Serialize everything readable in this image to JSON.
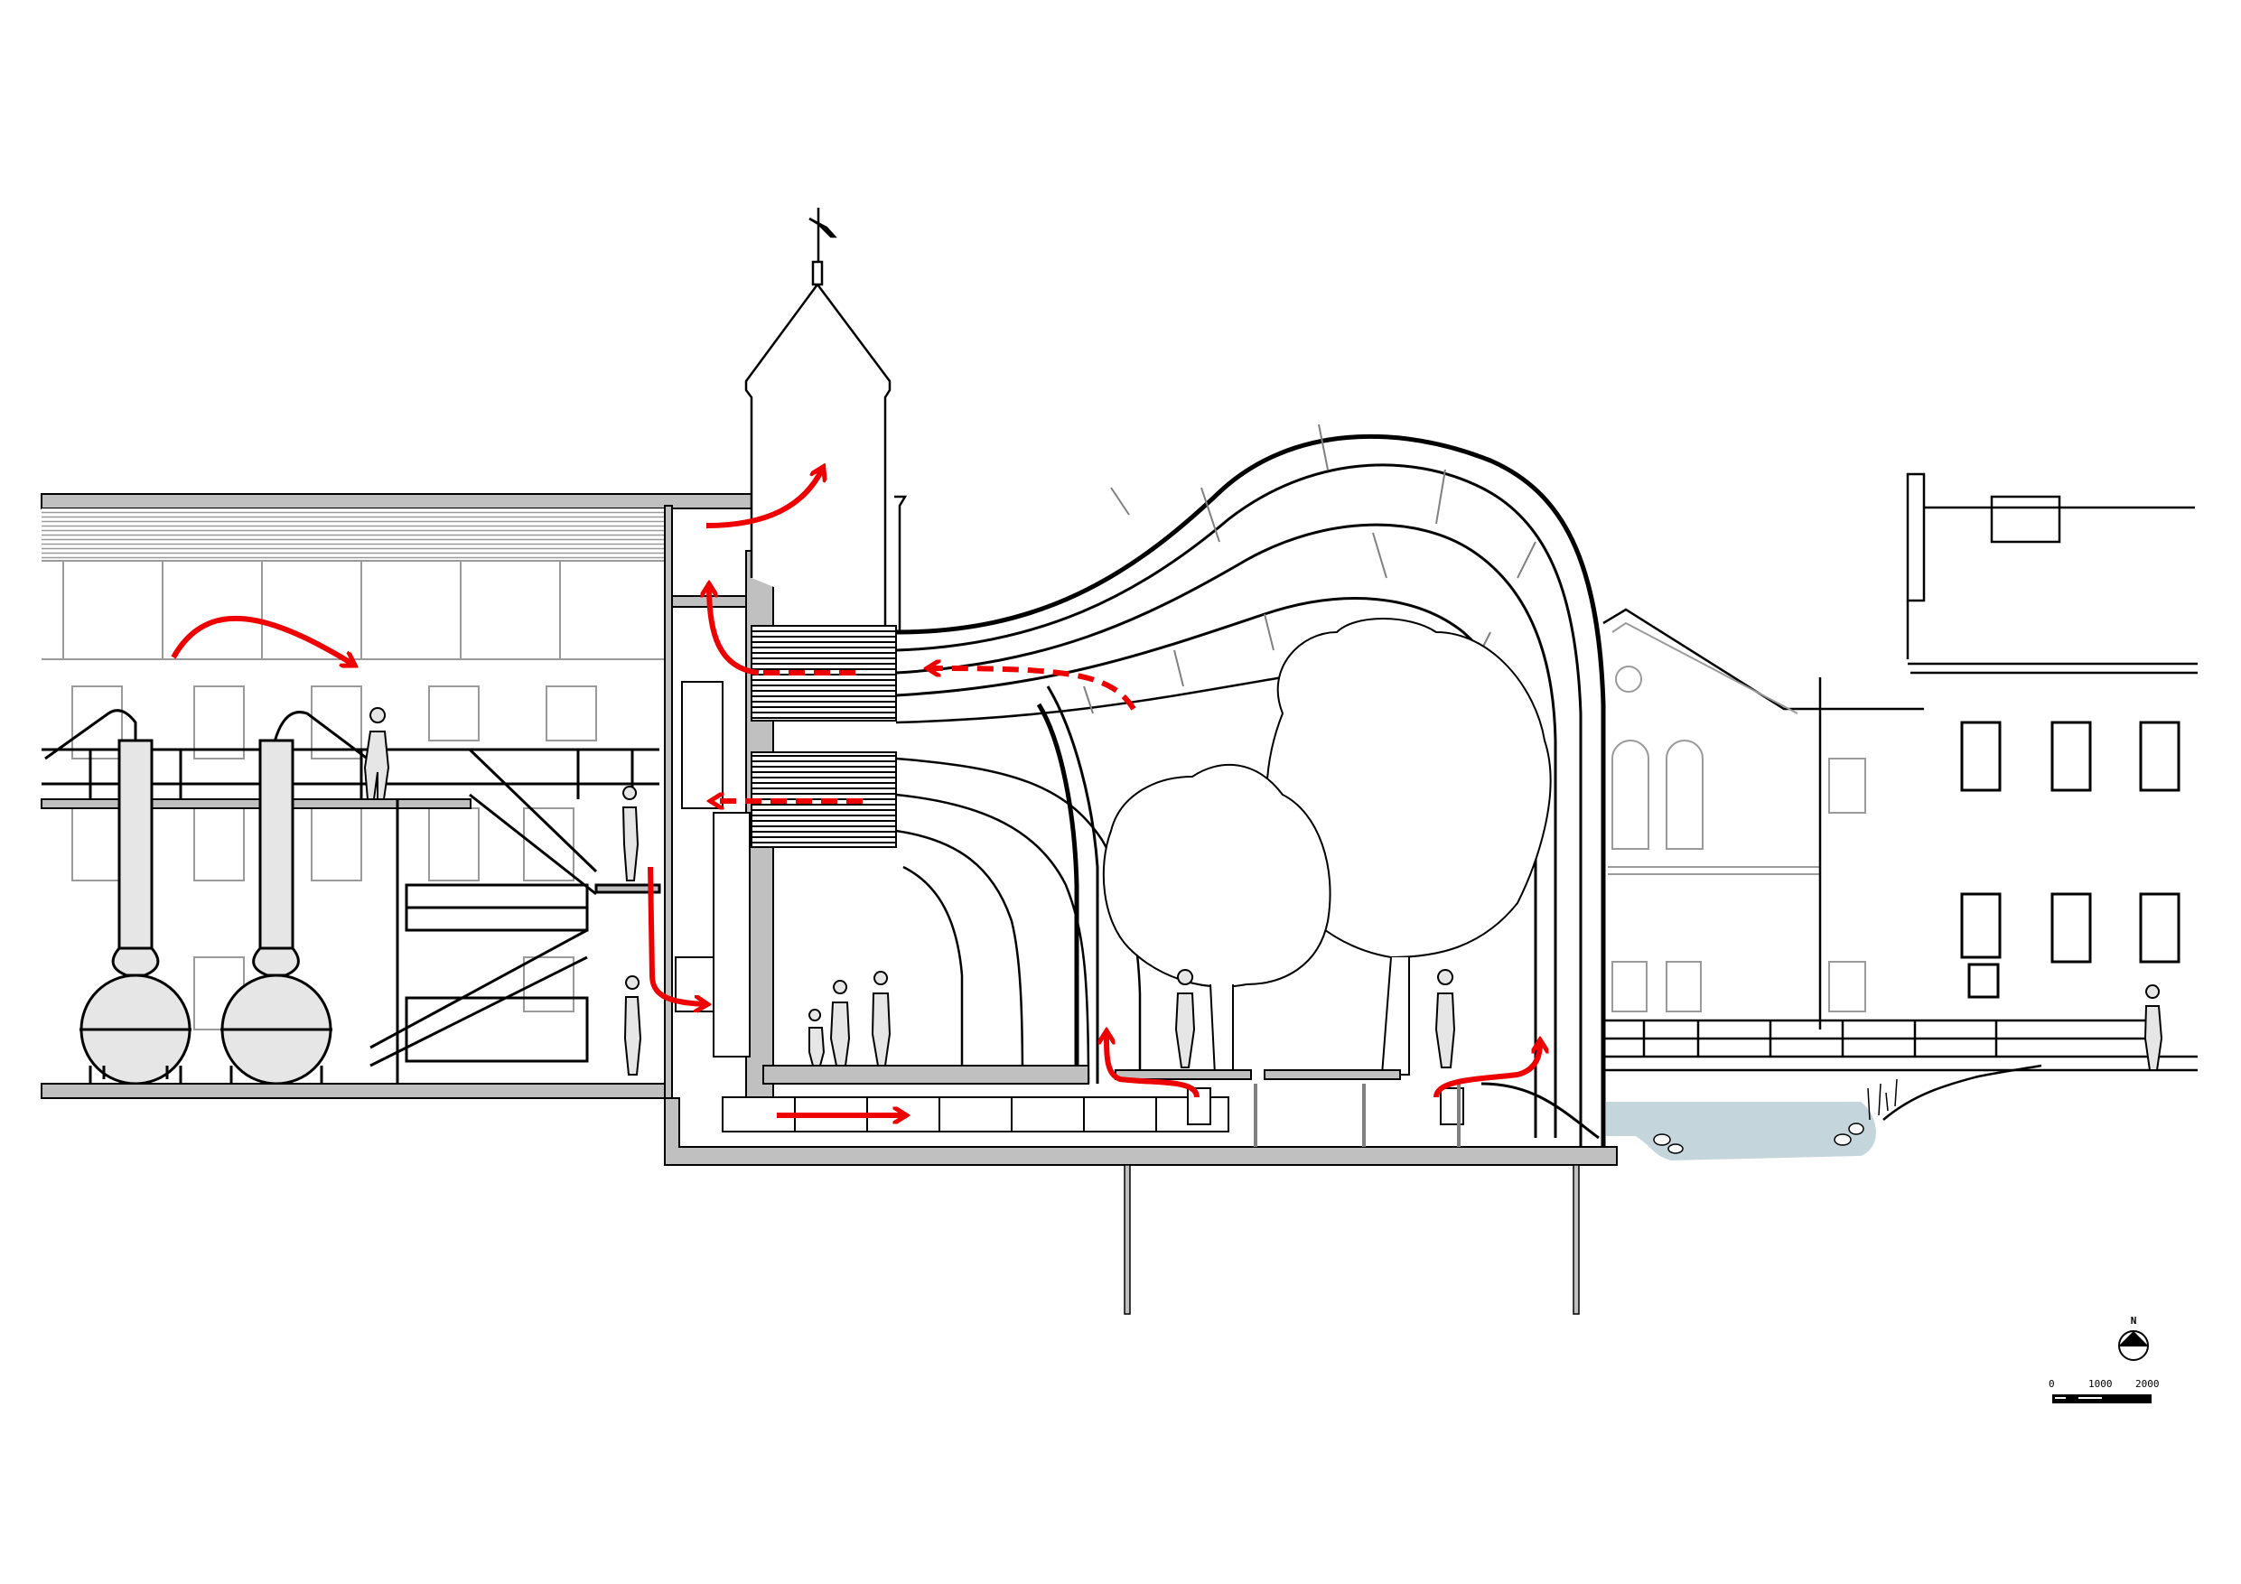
{
  "drawing": {
    "type": "architectural-section",
    "subject": "Section through distillery building, tower, glasshouse and river",
    "colors": {
      "line": "#000000",
      "section_fill": "#c0c0c0",
      "elevation_line": "#9a9a9a",
      "figure_fill": "#e6e6e6",
      "airflow_arrow": "#ee0000",
      "water": "#c4d6dc",
      "background": "#ffffff"
    },
    "zones": [
      {
        "name": "still-house",
        "contents": [
          "two copper pot stills",
          "mezzanine walkway",
          "stairs",
          "people"
        ]
      },
      {
        "name": "tower",
        "contents": [
          "spire",
          "weather vane"
        ]
      },
      {
        "name": "glasshouse",
        "contents": [
          "ribbed curved glazing",
          "trees",
          "planting beds",
          "people"
        ]
      },
      {
        "name": "neighbouring-buildings",
        "contents": [
          "gabled building with oculus",
          "three-storey building",
          "railing"
        ]
      },
      {
        "name": "river",
        "contents": [
          "water",
          "stones",
          "reeds",
          "person"
        ]
      }
    ],
    "airflow_arrows": [
      {
        "id": "a1",
        "style": "solid",
        "direction": "curve-right-down",
        "location": "still-house upper"
      },
      {
        "id": "a2",
        "style": "solid",
        "direction": "curve-up-right",
        "location": "roof to tower"
      },
      {
        "id": "a3",
        "style": "solid",
        "direction": "curve-up",
        "location": "service core"
      },
      {
        "id": "a4",
        "style": "dashed",
        "direction": "left",
        "location": "upper duct bank"
      },
      {
        "id": "a5",
        "style": "solid",
        "direction": "curve-left",
        "location": "glasshouse to duct"
      },
      {
        "id": "a6",
        "style": "dashed",
        "direction": "left",
        "location": "lower duct bank"
      },
      {
        "id": "a7",
        "style": "solid",
        "direction": "down-right",
        "location": "service core down"
      },
      {
        "id": "a8",
        "style": "solid",
        "direction": "right",
        "location": "basement duct"
      },
      {
        "id": "a9",
        "style": "solid",
        "direction": "curve-up-left",
        "location": "glasshouse floor left"
      },
      {
        "id": "a10",
        "style": "solid",
        "direction": "curve-up-right",
        "location": "glasshouse floor right"
      }
    ]
  },
  "legend": {
    "north_label": "N",
    "scale_ticks": [
      "0",
      "1000",
      "2000"
    ]
  }
}
